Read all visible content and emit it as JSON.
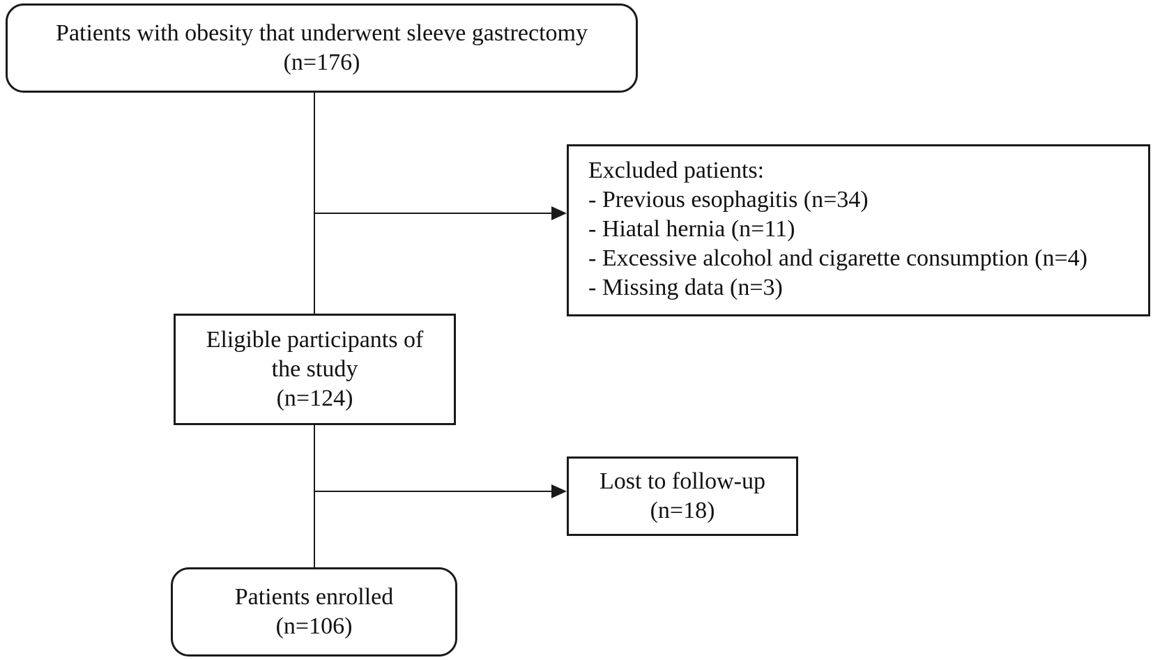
{
  "top_box": {
    "line1": "Patients with obesity that underwent sleeve gastrectomy",
    "line2": "(n=176)"
  },
  "excluded_box": {
    "heading": "Excluded patients:",
    "items": [
      "- Previous esophagitis (n=34)",
      "- Hiatal hernia (n=11)",
      "- Excessive alcohol and cigarette consumption (n=4)",
      "- Missing data (n=3)"
    ]
  },
  "eligible_box": {
    "line1": "Eligible participants of",
    "line2": "the study",
    "line3": "(n=124)"
  },
  "lost_box": {
    "line1": "Lost to follow-up",
    "line2": "(n=18)"
  },
  "enrolled_box": {
    "line1": "Patients enrolled",
    "line2": "(n=106)"
  }
}
